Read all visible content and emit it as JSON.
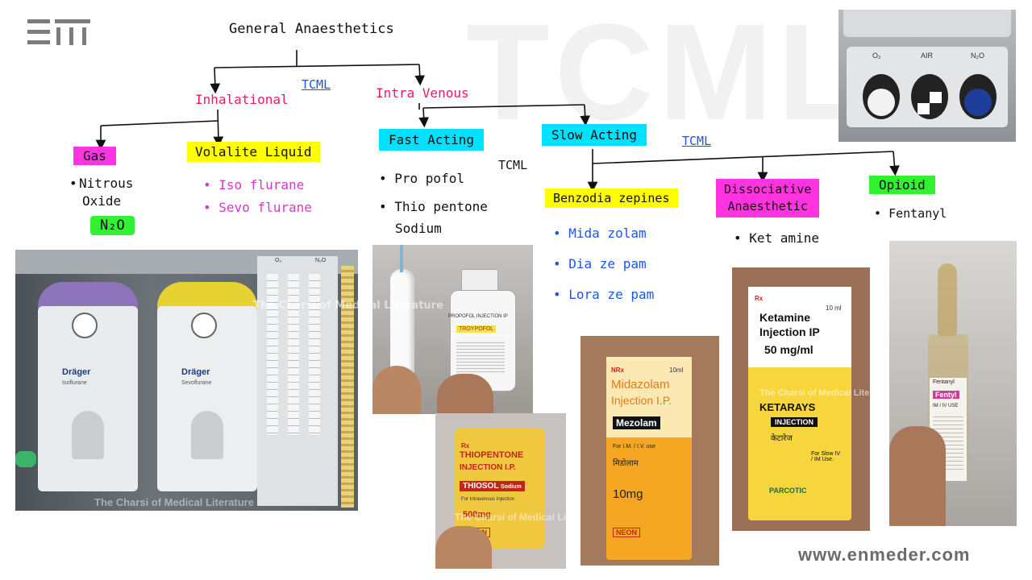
{
  "watermark": "TCML",
  "logo_icon": "enmeder-logo-icon",
  "site": "www.enmeder.com",
  "photo_credit": "The Charsi of Medical Literature",
  "tree": {
    "root": "General Anaesthetics",
    "inhalational": "Inhalational",
    "intravenous": "Intra Venous",
    "gas": "Gas",
    "gas_items": [
      "Nitrous",
      "Oxide"
    ],
    "gas_formula": "N₂O",
    "volatile": "Volalite Liquid",
    "volatile_items": [
      "Iso flurane",
      "Sevo flurane"
    ],
    "fast": "Fast Acting",
    "fast_items": [
      "Pro pofol",
      "Thio pentone",
      "Sodium"
    ],
    "slow": "Slow Acting",
    "benzo": "Benzodia zepines",
    "benzo_items": [
      "Mida zolam",
      "Dia ze pam",
      "Lora ze pam"
    ],
    "dissociative": [
      "Dissociative",
      "Anaesthetic"
    ],
    "dissociative_items": [
      "Ket amine"
    ],
    "opioid": "Opioid",
    "opioid_items": [
      "Fentanyl"
    ],
    "tcml_labels": [
      "TCML",
      "TCML",
      "TCML"
    ]
  },
  "photos": {
    "machine": {
      "o2": "O₂",
      "air": "AIR",
      "n2o": "N₂O"
    },
    "vaporizers": {
      "brand": "Dräger",
      "iso": "Isoflurane",
      "sevo": "Sevoflurane",
      "scale_o2": "O₂",
      "scale_n2o": "N₂O"
    },
    "propofol": {
      "label": "PROPOFOL INJECTION IP",
      "brand": "TROYPOFOL"
    },
    "thiopentone": {
      "rx": "Rx",
      "line1": "THIOPENTONE",
      "line2": "INJECTION I.P.",
      "brand": "THIOSOL",
      "brand_sub": "Sodium",
      "note": "For Intravenous Injection",
      "dose": "500mg",
      "maker": "NEON"
    },
    "midazolam": {
      "rx": "NRx",
      "volume": "10ml",
      "line1": "Midazolam",
      "line2": "Injection I.P.",
      "brand": "Mezolam",
      "use": "For I.M. / I.V. use",
      "hindi": "मिडोलाम",
      "dose": "10mg",
      "maker": "NEON"
    },
    "ketamine": {
      "rx": "Rx",
      "volume": "10 ml",
      "line1": "Ketamine",
      "line2": "Injection IP",
      "line3": "50 mg/ml",
      "brand": "KETARAYS",
      "type": "INJECTION",
      "hindi": "केटारेज",
      "use": "For Slow IV / IM Use.",
      "maker": "PARCOTIC"
    },
    "fentanyl": {
      "label": "Fentanyl",
      "brand": "Fentyl",
      "route": "IM / IV USE"
    }
  }
}
